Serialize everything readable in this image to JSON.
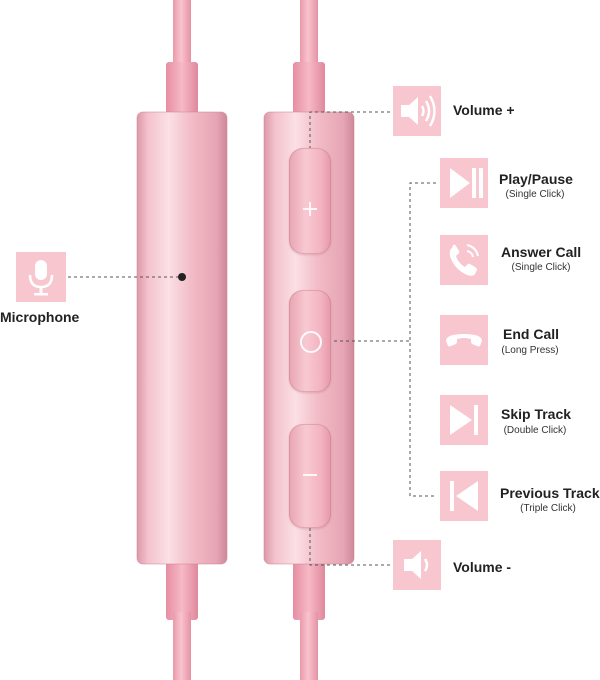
{
  "colors": {
    "accent": "#f7c6ce",
    "icon_white": "#ffffff",
    "cable": "#f3b1be",
    "housing": "#ecb0bc",
    "leader_line": "#555555"
  },
  "microphone": {
    "icon": "microphone-icon",
    "label": "Microphone"
  },
  "controls": [
    {
      "key": "volume_up",
      "icon": "speaker-loud-icon",
      "label": "Volume +",
      "sub": ""
    },
    {
      "key": "play_pause",
      "icon": "play-pause-icon",
      "label": "Play/Pause",
      "sub": "(Single Click)"
    },
    {
      "key": "answer_call",
      "icon": "phone-ringing-icon",
      "label": "Answer Call",
      "sub": "(Single Click)"
    },
    {
      "key": "end_call",
      "icon": "hang-up-icon",
      "label": "End Call",
      "sub": "(Long Press)"
    },
    {
      "key": "skip_track",
      "icon": "skip-track-icon",
      "label": "Skip Track",
      "sub": "(Double Click)"
    },
    {
      "key": "previous_track",
      "icon": "previous-track-icon",
      "label": "Previous Track",
      "sub": "(Triple Click)"
    },
    {
      "key": "volume_down",
      "icon": "speaker-quiet-icon",
      "label": "Volume -",
      "sub": ""
    }
  ]
}
